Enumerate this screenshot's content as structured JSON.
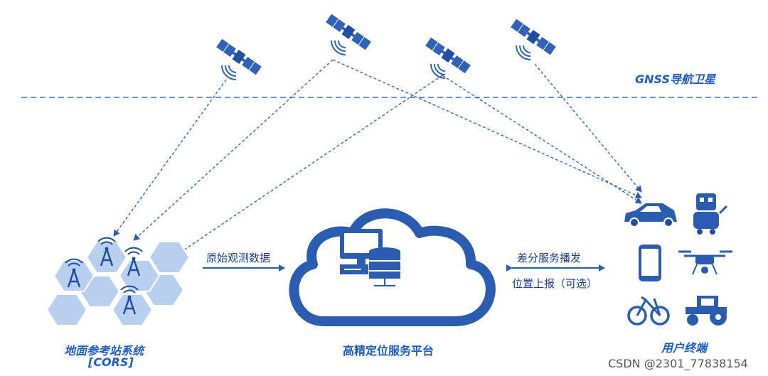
{
  "labels": {
    "satellites": "GNSS导航卫星",
    "cors_line1": "地面参考站系统",
    "cors_line2": "[CORS]",
    "platform": "高精定位服务平台",
    "terminals": "用户终端",
    "raw_data": "原始观测数据",
    "broadcast": "差分服务播发",
    "report": "位置上报（可选）",
    "watermark": "CSDN @2301_77838154"
  },
  "colors": {
    "primary": "#2a5db0",
    "light_hex": "#b9cff0",
    "label": "#1e5cc8"
  },
  "icons": [
    "satellite-icon",
    "antenna-tower-icon",
    "cloud-icon",
    "server-icon",
    "car-icon",
    "robot-icon",
    "phone-icon",
    "drone-icon",
    "bicycle-icon",
    "tractor-icon"
  ]
}
